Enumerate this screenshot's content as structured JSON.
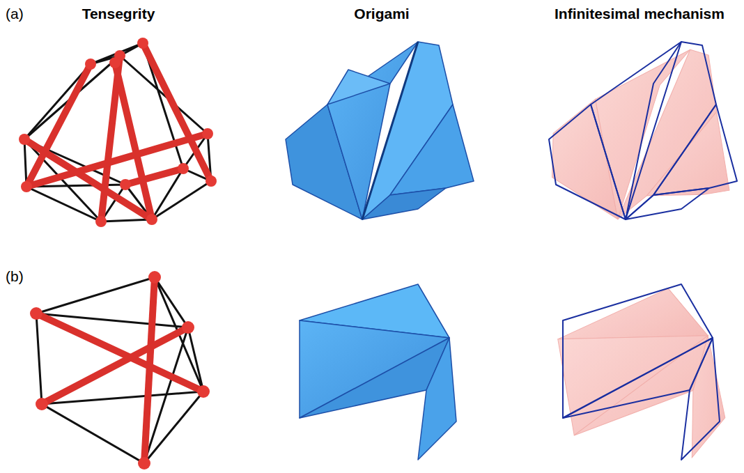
{
  "diagram": {
    "labels": [
      "(a)",
      "Tensegrity",
      "Origami",
      "Infinitesimal mechanism",
      "(b)"
    ]
  }
}
